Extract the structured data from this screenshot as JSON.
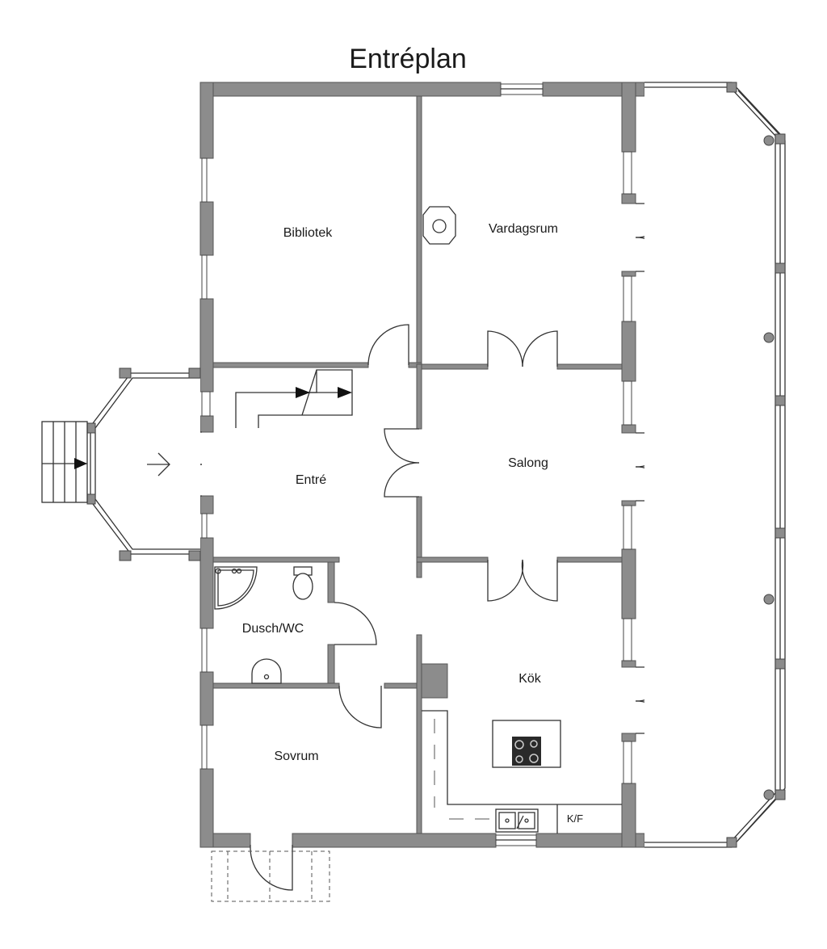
{
  "title": "Entréplan",
  "rooms": {
    "bibliotek": "Bibliotek",
    "vardagsrum": "Vardagsrum",
    "entre": "Entré",
    "salong": "Salong",
    "dusch_wc": "Dusch/WC",
    "kok": "Kök",
    "sovrum": "Sovrum"
  },
  "fixtures": {
    "fridge_label": "K/F"
  },
  "colors": {
    "wall": "#8c8c8c",
    "line": "#333333",
    "background": "#ffffff"
  }
}
